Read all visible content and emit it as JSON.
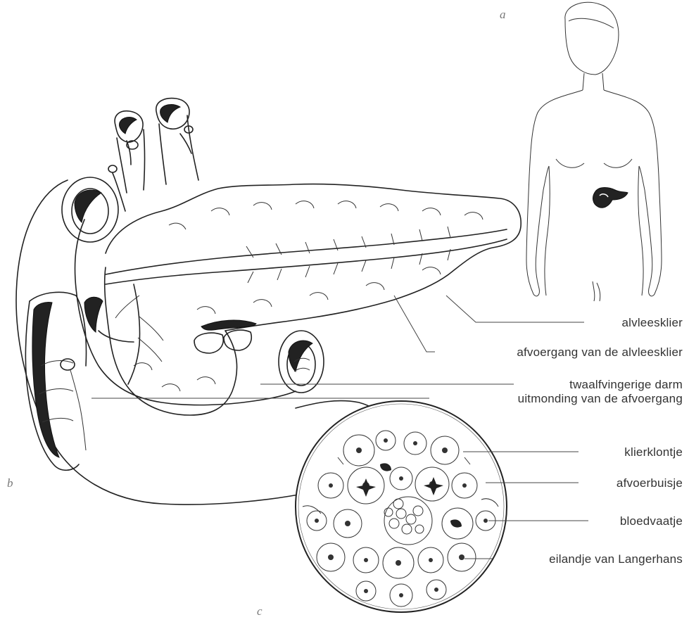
{
  "panels": {
    "a": "a",
    "b": "b",
    "c": "c"
  },
  "labels": {
    "pancreas": "alvleesklier",
    "pancreatic_duct": "afvoergang van de alvleesklier",
    "duodenum": "twaalfvingerige darm",
    "duct_opening": "uitmonding van de afvoergang",
    "gland_cluster": "klierklontje",
    "drain_tube": "afvoerbuisje",
    "blood_vessel": "bloedvaatje",
    "islet": "eilandje van Langerhans"
  }
}
